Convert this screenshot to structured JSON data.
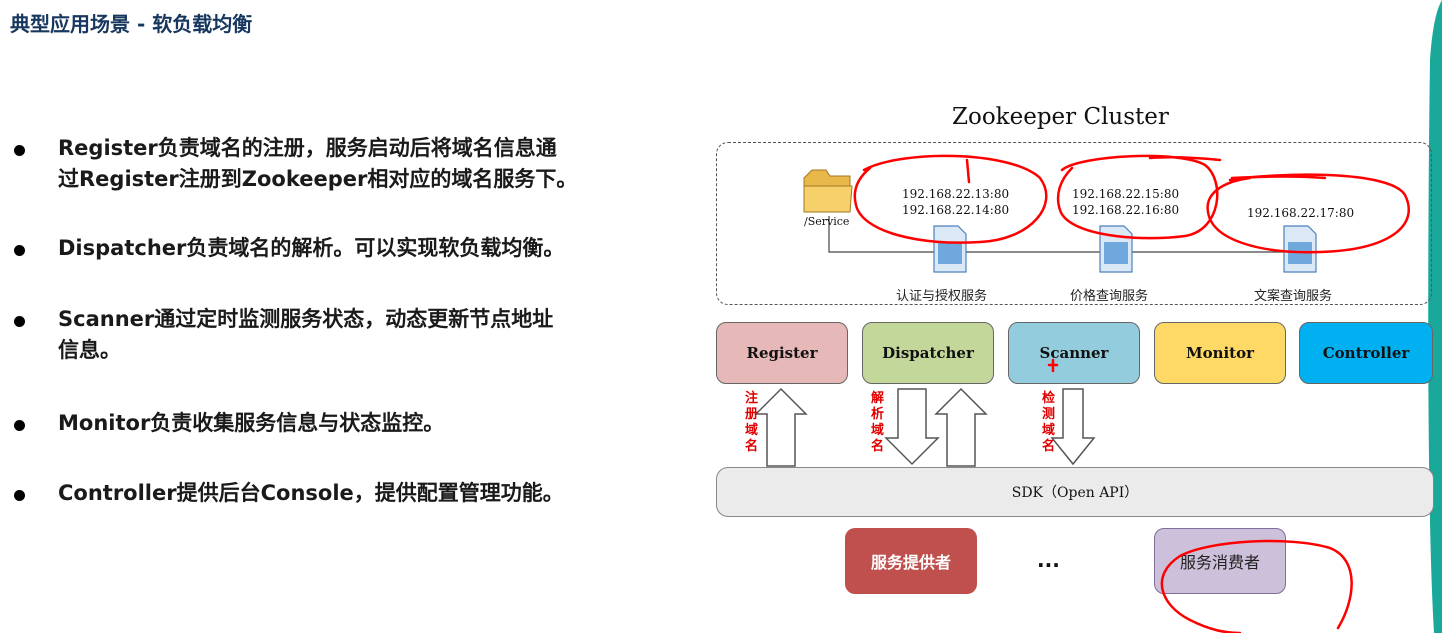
{
  "slide": {
    "title": "典型应用场景 - 软负载均衡"
  },
  "bullets": [
    {
      "line1": "Register负责域名的注册，服务启动后将域名信息通",
      "line2": "过Register注册到Zookeeper相对应的域名服务下。"
    },
    {
      "line1": "Dispatcher负责域名的解析。可以实现软负载均衡。",
      "line2": ""
    },
    {
      "line1": "Scanner通过定时监测服务状态，动态更新节点地址",
      "line2": "信息。"
    },
    {
      "line1": "Monitor负责收集服务信息与状态监控。",
      "line2": ""
    },
    {
      "line1": "Controller提供后台Console，提供配置管理功能。",
      "line2": ""
    }
  ],
  "diagram": {
    "cluster_title": "Zookeeper Cluster",
    "folder_label": "/Service",
    "services": [
      {
        "ips": [
          "192.168.22.13:80",
          "192.168.22.14:80"
        ],
        "name": "认证与授权服务"
      },
      {
        "ips": [
          "192.168.22.15:80",
          "192.168.22.16:80"
        ],
        "name": "价格查询服务"
      },
      {
        "ips": [
          "192.168.22.17:80"
        ],
        "name": "文案查询服务"
      }
    ],
    "components": [
      {
        "name": "Register",
        "color": "#e6b8b7"
      },
      {
        "name": "Dispatcher",
        "color": "#c4d79b"
      },
      {
        "name": "Scanner",
        "color": "#93cddd"
      },
      {
        "name": "Monitor",
        "color": "#ffd966"
      },
      {
        "name": "Controller",
        "color": "#00b0f0"
      }
    ],
    "arrow_labels": {
      "register": "注册域名",
      "dispatch": "解析域名",
      "scan": "检测域名"
    },
    "sdk_label": "SDK（Open API）",
    "provider": {
      "label": "服务提供者",
      "color": "#c0504d"
    },
    "ellipsis": "...",
    "consumer": {
      "label": "服务消费者",
      "color": "#ccc0da"
    },
    "annotation_color": "#ff0000"
  }
}
